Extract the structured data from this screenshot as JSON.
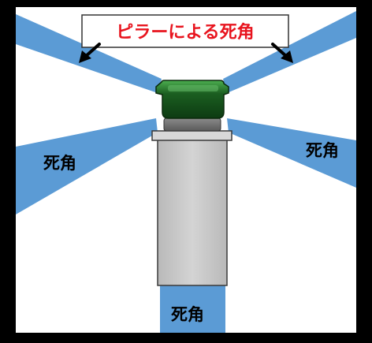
{
  "callout": {
    "text": "ピラーによる死角",
    "text_color": "#e8141e"
  },
  "labels": {
    "blind_spot_left": "死角",
    "blind_spot_right": "死角",
    "blind_spot_rear": "死角"
  },
  "colors": {
    "blind_spot_fill": "#5b9bd5",
    "cab_body": "#1b5e20",
    "trailer_body": "#c8c8c8",
    "frame": "#000000"
  }
}
